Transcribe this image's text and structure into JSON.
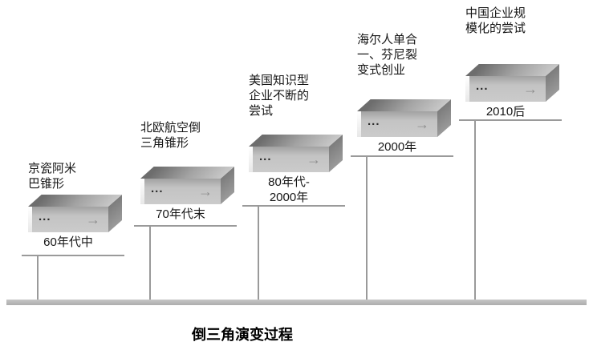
{
  "title": "倒三角演变过程",
  "box": {
    "dots": "...",
    "arrow": "→"
  },
  "colors": {
    "line": "#9a9a9a",
    "baseline": "#b5b5b5",
    "box_front": "#c6c6c6",
    "box_top": "#7a7a7a"
  },
  "steps": [
    {
      "label": "京瓷阿米\n巴锥形",
      "period": "60年代中"
    },
    {
      "label": "北欧航空倒\n三角锥形",
      "period": "70年代末"
    },
    {
      "label": "美国知识型\n企业不断的\n尝试",
      "period": "80年代-\n2000年"
    },
    {
      "label": "海尔人单合\n一、芬尼裂\n变式创业",
      "period": "2000年"
    },
    {
      "label": "中国企业规\n模化的尝试",
      "period": "2010后"
    }
  ]
}
